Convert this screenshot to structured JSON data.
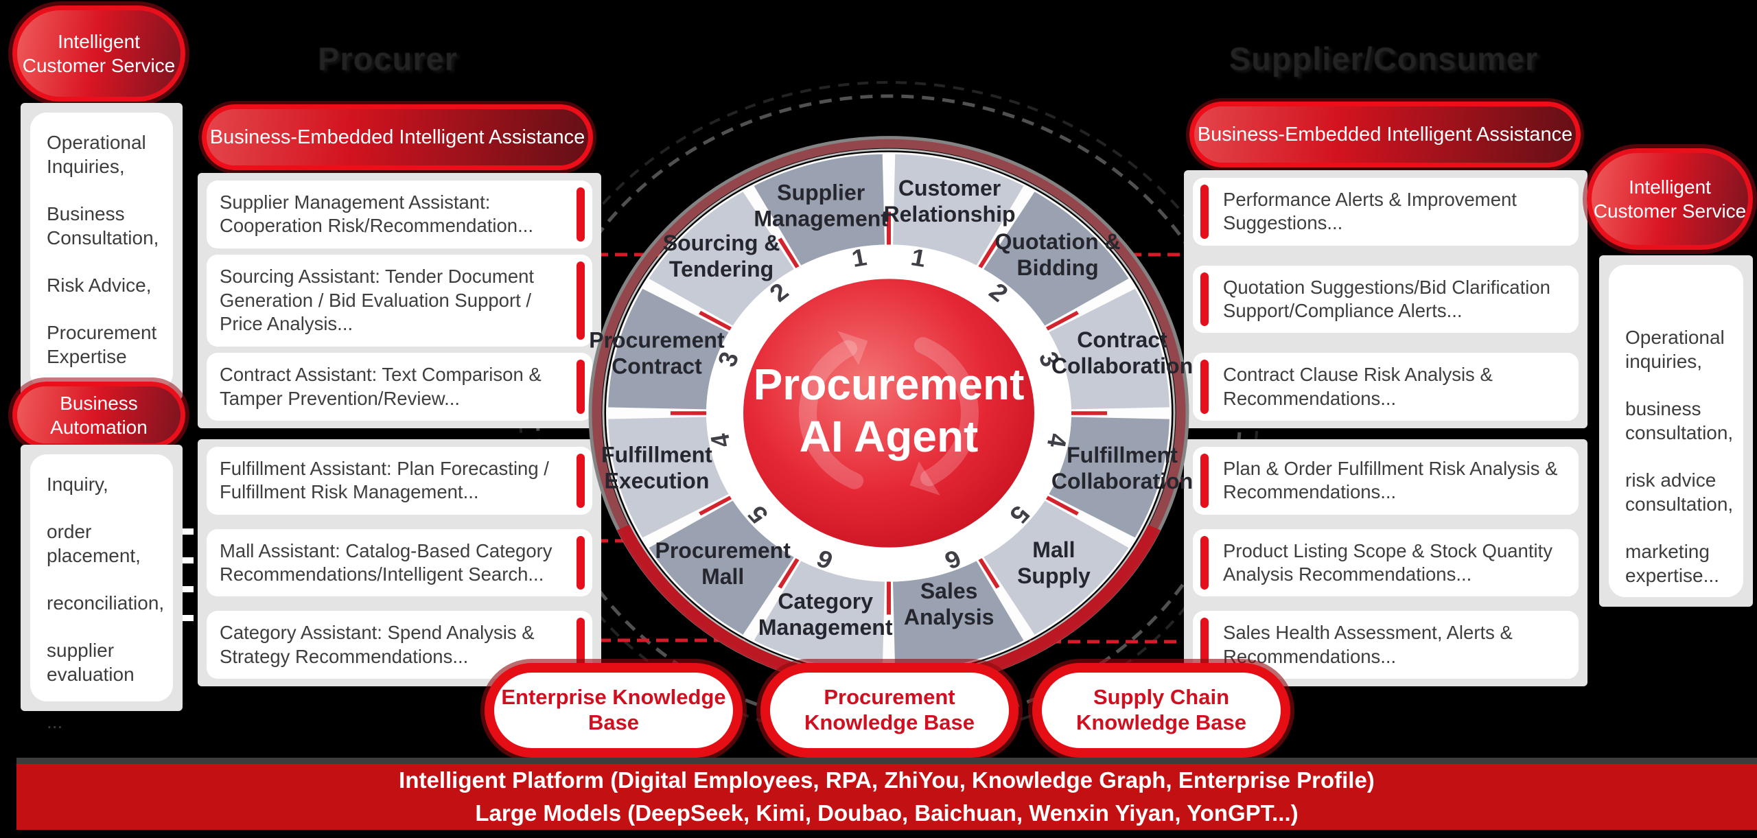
{
  "palette": {
    "accent_red": "#e10f1c",
    "deep_red": "#c21013",
    "panel_gray": "#e4e4e4",
    "card_white": "#ffffff",
    "text_dark": "#3e3e3e",
    "wedge_light": "#c7cbd5",
    "wedge_dark": "#9aa1b0"
  },
  "headers": {
    "left": "Procurer",
    "right": "Supplier/Consumer"
  },
  "left_sidebar": {
    "top_badge": "Intelligent Customer Service",
    "top_items": [
      "Operational Inquiries,",
      "Business Consultation,",
      "Risk Advice,",
      "Procurement Expertise",
      "..."
    ],
    "bottom_badge": "Business Automation",
    "bottom_items": [
      "Inquiry,",
      "order placement,",
      "reconciliation,",
      "supplier evaluation",
      "..."
    ]
  },
  "left_panel": {
    "header": "Business-Embedded Intelligent Assistance",
    "group1": [
      "Supplier Management Assistant: Cooperation Risk/Recommendation...",
      "Sourcing Assistant: Tender Document Generation / Bid Evaluation Support / Price Analysis...",
      "Contract Assistant: Text Comparison & Tamper Prevention/Review..."
    ],
    "group2": [
      "Fulfillment Assistant: Plan Forecasting / Fulfillment Risk Management...",
      "Mall Assistant: Catalog-Based Category Recommendations/Intelligent Search...",
      "Category Assistant: Spend Analysis & Strategy Recommendations..."
    ]
  },
  "right_panel": {
    "header": "Business-Embedded Intelligent Assistance",
    "group1": [
      "Performance Alerts & Improvement Suggestions...",
      "Quotation Suggestions/Bid Clarification Support/Compliance Alerts...",
      "Contract Clause Risk Analysis & Recommendations..."
    ],
    "group2": [
      "Plan & Order Fulfillment Risk Analysis & Recommendations...",
      "Product Listing Scope & Stock Quantity Analysis Recommendations...",
      "Sales Health Assessment, Alerts & Recommendations..."
    ]
  },
  "right_sidebar": {
    "badge": "Intelligent Customer Service",
    "items": [
      "Operational inquiries,",
      "business consultation,",
      "risk advice consultation,",
      "marketing expertise..."
    ]
  },
  "wheel": {
    "title_line1": "Procurement",
    "title_line2": "AI Agent",
    "ring_numbers": [
      "1",
      "2",
      "3",
      "4",
      "5",
      "6"
    ],
    "segments": [
      {
        "label1": "Customer",
        "label2": "Relationship",
        "angle": 15,
        "shade": "light",
        "r": 342
      },
      {
        "label1": "Quotation &",
        "label2": "Bidding",
        "angle": 45,
        "shade": "dark",
        "r": 348
      },
      {
        "label1": "Contract",
        "label2": "Collaboration",
        "angle": 75,
        "shade": "light",
        "r": 352
      },
      {
        "label1": "Fulfillment",
        "label2": "Collaboration",
        "angle": 105,
        "shade": "dark",
        "r": 352
      },
      {
        "label1": "Mall",
        "label2": "Supply",
        "angle": 135,
        "shade": "light",
        "r": 340
      },
      {
        "label1": "Sales",
        "label2": "Analysis",
        "angle": 164,
        "shade": "dark",
        "r": 318
      },
      {
        "label1": "Category",
        "label2": "Management",
        "angle": 196,
        "shade": "light",
        "r": 335
      },
      {
        "label1": "Procurement",
        "label2": "Mall",
        "angle": 225,
        "shade": "dark",
        "r": 342
      },
      {
        "label1": "Fulfillment",
        "label2": "Execution",
        "angle": 255,
        "shade": "light",
        "r": 350
      },
      {
        "label1": "Procurement",
        "label2": "Contract",
        "angle": 285,
        "shade": "dark",
        "r": 350
      },
      {
        "label1": "Sourcing &",
        "label2": "Tendering",
        "angle": 315,
        "shade": "light",
        "r": 345
      },
      {
        "label1": "Supplier",
        "label2": "Management",
        "angle": 343,
        "shade": "dark",
        "r": 338
      }
    ]
  },
  "knowledge_bases": [
    "Enterprise Knowledge Base",
    "Procurement Knowledge Base",
    "Supply Chain Knowledge Base"
  ],
  "bottom_bar": {
    "line1": "Intelligent Platform (Digital Employees, RPA, ZhiYou, Knowledge Graph, Enterprise Profile)",
    "line2": "Large Models (DeepSeek, Kimi, Doubao, Baichuan, Wenxin Yiyan, YonGPT...)"
  }
}
